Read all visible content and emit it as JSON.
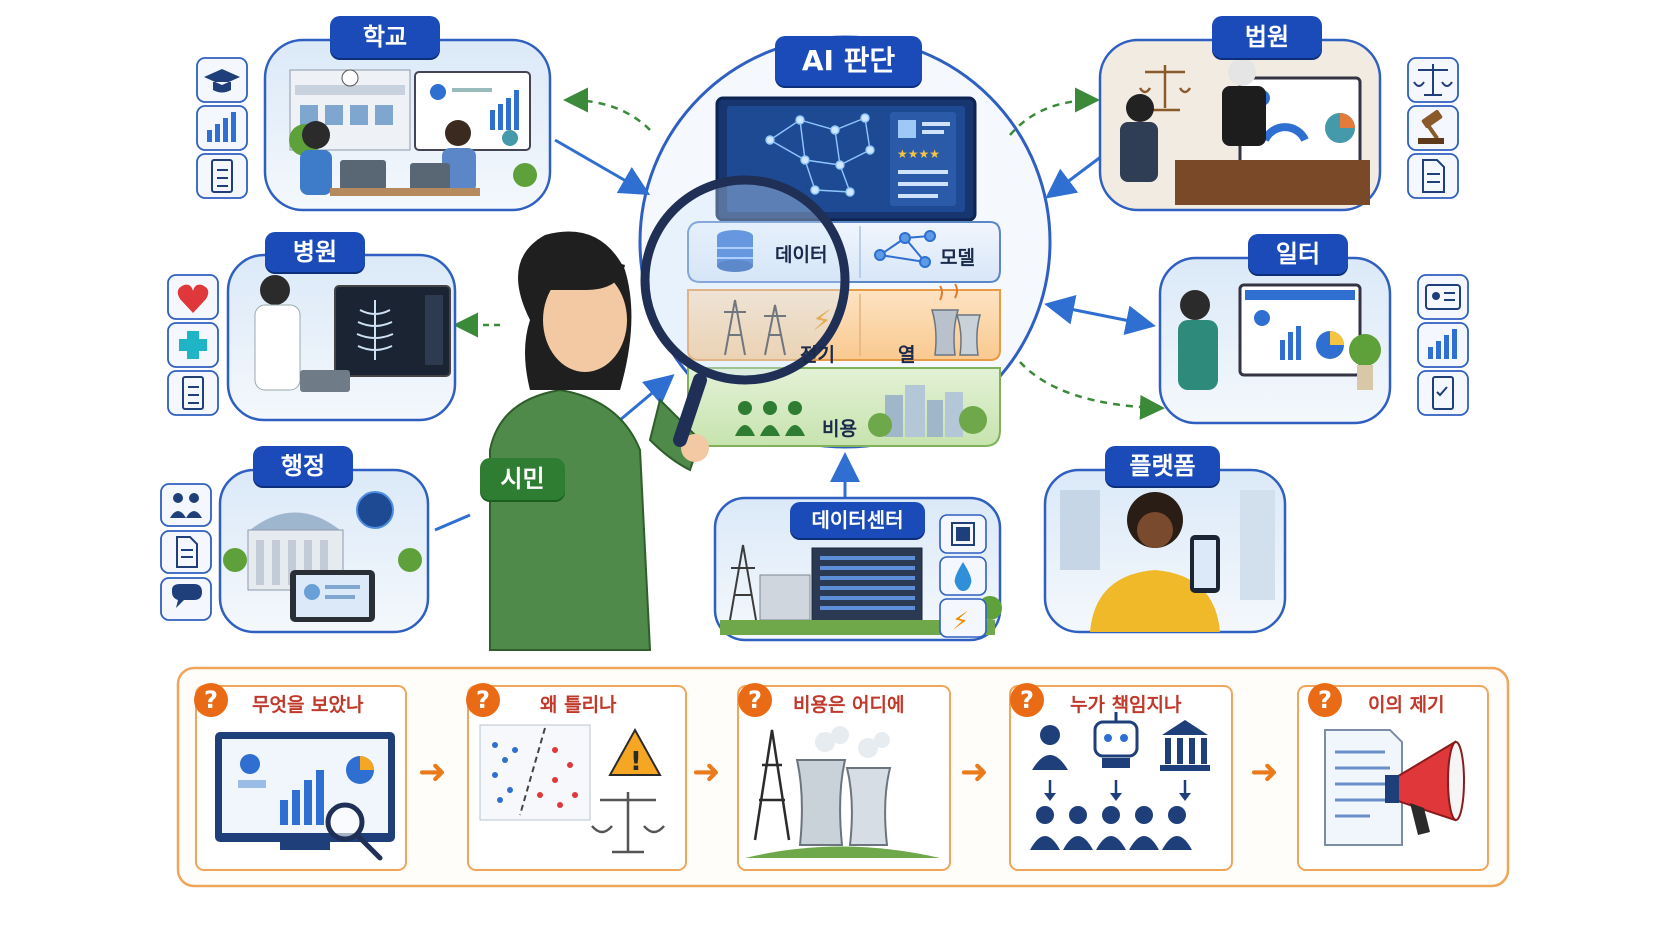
{
  "center": {
    "title": "AI 판단",
    "layers": {
      "data": "데이터",
      "model": "모델",
      "electricity": "전기",
      "heat": "열",
      "cost": "비용"
    }
  },
  "domains": {
    "school": "학교",
    "hospital": "병원",
    "administration": "행정",
    "court": "법원",
    "workplace": "일터",
    "platform": "플랫폼"
  },
  "citizen": "시민",
  "datacenter": "데이터센터",
  "questions": [
    {
      "label": "무엇을 보았나"
    },
    {
      "label": "왜 틀리나"
    },
    {
      "label": "비용은 어디에"
    },
    {
      "label": "누가 책임지나"
    },
    {
      "label": "이의 제기"
    }
  ],
  "question_mark": "?",
  "colors": {
    "primary_blue": "#1a4bb8",
    "citizen_green": "#2e7d32",
    "accent_orange": "#ea6b15",
    "dashed_green": "#3a8a3a"
  }
}
